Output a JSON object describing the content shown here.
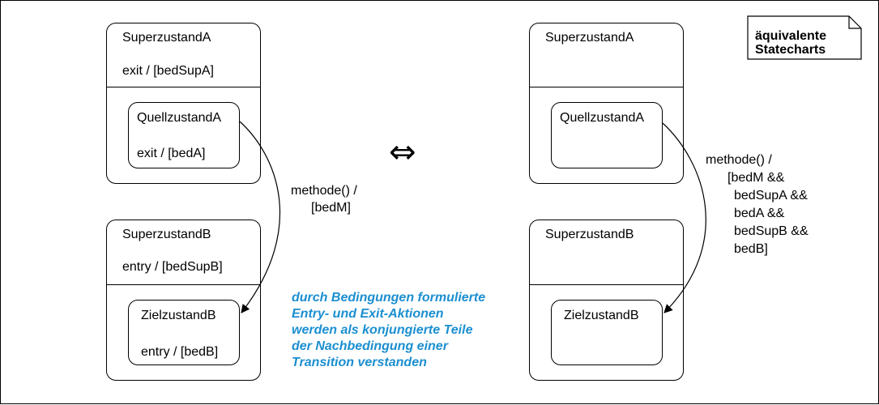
{
  "left": {
    "super_a": {
      "name": "SuperzustandA",
      "action": "exit / [bedSupA]"
    },
    "quell": {
      "name": "QuellzustandA",
      "action": "exit / [bedA]"
    },
    "super_b": {
      "name": "SuperzustandB",
      "action": "entry / [bedSupB]"
    },
    "ziel": {
      "name": "ZielzustandB",
      "action": "entry / [bedB]"
    },
    "transition_label": [
      "methode() /",
      "[bedM]"
    ]
  },
  "equivalence_symbol": "⇔",
  "right": {
    "super_a": {
      "name": "SuperzustandA"
    },
    "quell": {
      "name": "QuellzustandA"
    },
    "super_b": {
      "name": "SuperzustandB"
    },
    "ziel": {
      "name": "ZielzustandB"
    },
    "transition_label": [
      "methode() /",
      "[bedM &&",
      "bedSupA &&",
      "bedA &&",
      "bedSupB &&",
      "bedB]"
    ]
  },
  "note": {
    "lines": [
      "äquivalente",
      "Statecharts"
    ]
  },
  "explanation": {
    "lines": [
      "durch Bedingungen formulierte",
      "Entry- und Exit-Aktionen",
      "werden als konjungierte Teile",
      "der Nachbedingung einer",
      "Transition verstanden"
    ],
    "color": "#1b8fd0"
  }
}
